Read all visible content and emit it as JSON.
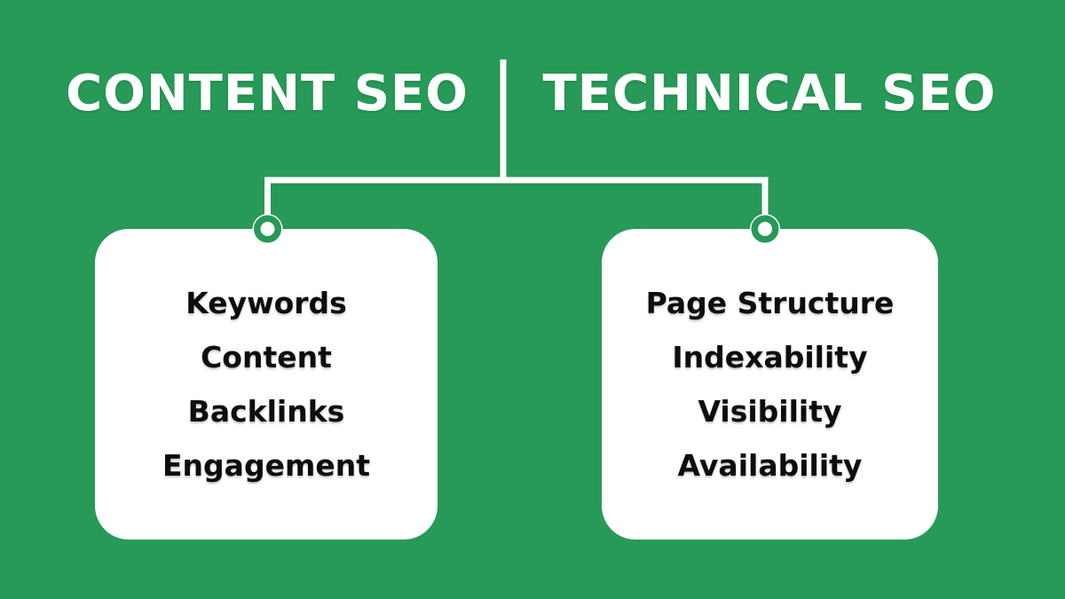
{
  "header": {
    "left_title": "CONTENT SEO",
    "right_title": "TECHNICAL SEO"
  },
  "cards": [
    {
      "group": "CONTENT SEO",
      "items": [
        "Keywords",
        "Content",
        "Backlinks",
        "Engagement"
      ]
    },
    {
      "group": "TECHNICAL SEO",
      "items": [
        "Page Structure",
        "Indexability",
        "Visibility",
        "Availability"
      ]
    }
  ],
  "colors": {
    "background_green": "#279a58",
    "node_ring_green": "#279a58",
    "card_white": "#ffffff",
    "connector_white": "#ffffff",
    "item_text_black": "#0d0d0d",
    "title_white": "#ffffff"
  }
}
